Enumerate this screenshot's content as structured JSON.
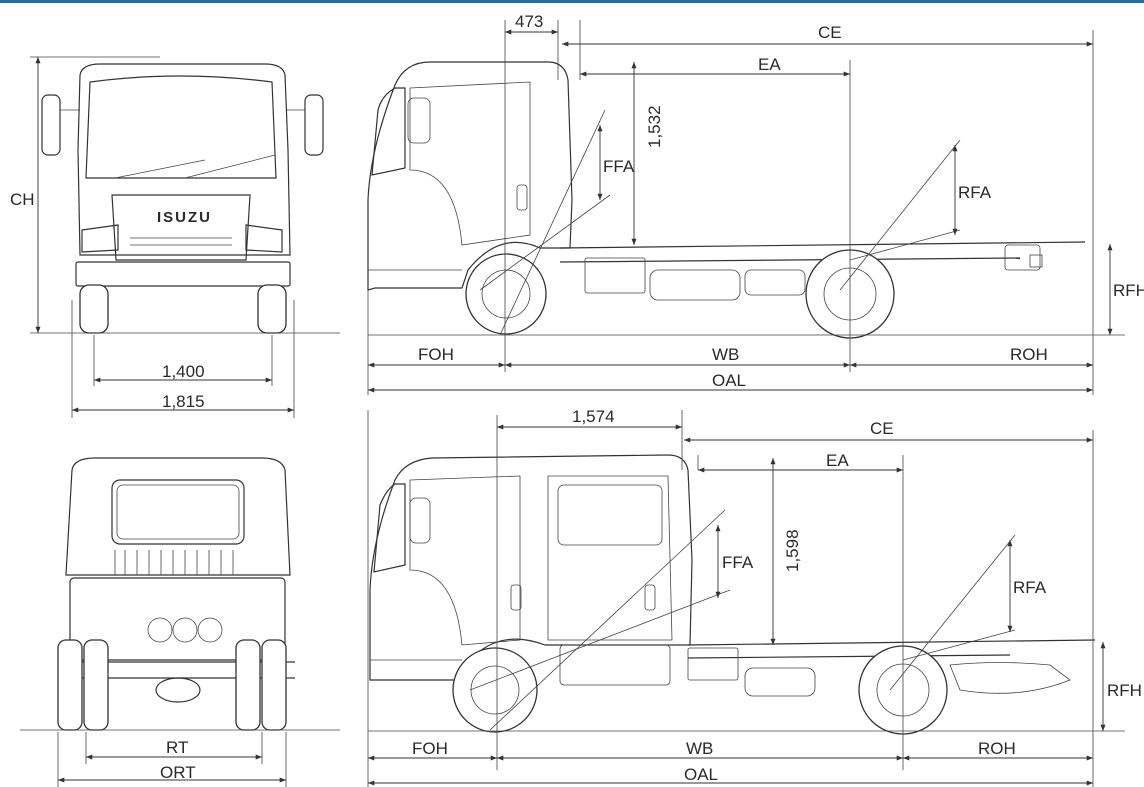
{
  "brand_grille": "ISUZU",
  "front_view": {
    "ch_label": "CH",
    "track_front": "1,400",
    "overall_width": "1,815"
  },
  "rear_view": {
    "rt_label": "RT",
    "ort_label": "ORT"
  },
  "single_cab": {
    "cab_offset": "473",
    "ce_label": "CE",
    "ea_label": "EA",
    "cab_height": "1,532",
    "ffa_label": "FFA",
    "rfa_label": "RFA",
    "rfh_label": "RFH",
    "foh_label": "FOH",
    "wb_label": "WB",
    "roh_label": "ROH",
    "oal_label": "OAL"
  },
  "crew_cab": {
    "cab_offset": "1,574",
    "ce_label": "CE",
    "ea_label": "EA",
    "cab_height": "1,598",
    "ffa_label": "FFA",
    "rfa_label": "RFA",
    "rfh_label": "RFH",
    "foh_label": "FOH",
    "wb_label": "WB",
    "roh_label": "ROH",
    "oal_label": "OAL"
  },
  "colors": {
    "accent_bar": "#1f6fa8",
    "line": "#333333"
  }
}
